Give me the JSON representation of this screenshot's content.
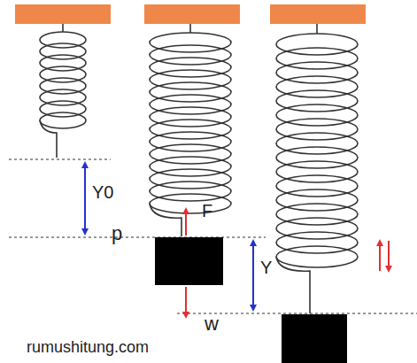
{
  "diagram": {
    "labels": [
      "Y0",
      "F",
      "p",
      "Y",
      "w",
      "rumushitung.com"
    ]
  }
}
